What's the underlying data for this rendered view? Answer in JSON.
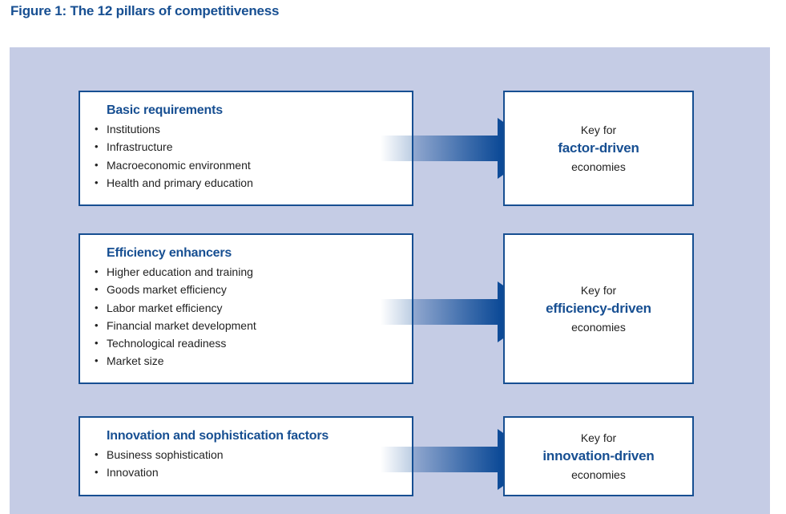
{
  "figure": {
    "title": "Figure 1: The 12 pillars of competitiveness"
  },
  "colors": {
    "panel_background": "#c5cce5",
    "accent_blue": "#174f92",
    "arrow_blue": "#0c4a97",
    "text": "#222222"
  },
  "rows": [
    {
      "group_title": "Basic requirements",
      "items": [
        "Institutions",
        "Infrastructure",
        "Macroeconomic environment",
        "Health and primary education"
      ],
      "key": {
        "prefix": "Key for",
        "stage": "factor-driven",
        "suffix": "economies"
      }
    },
    {
      "group_title": "Efficiency enhancers",
      "items": [
        "Higher education and training",
        "Goods market efficiency",
        "Labor market efficiency",
        "Financial market development",
        "Technological readiness",
        "Market size"
      ],
      "key": {
        "prefix": "Key for",
        "stage": "efficiency-driven",
        "suffix": "economies"
      }
    },
    {
      "group_title": "Innovation and sophistication factors",
      "items": [
        "Business sophistication",
        "Innovation"
      ],
      "key": {
        "prefix": "Key for",
        "stage": "innovation-driven",
        "suffix": "economies"
      }
    }
  ]
}
